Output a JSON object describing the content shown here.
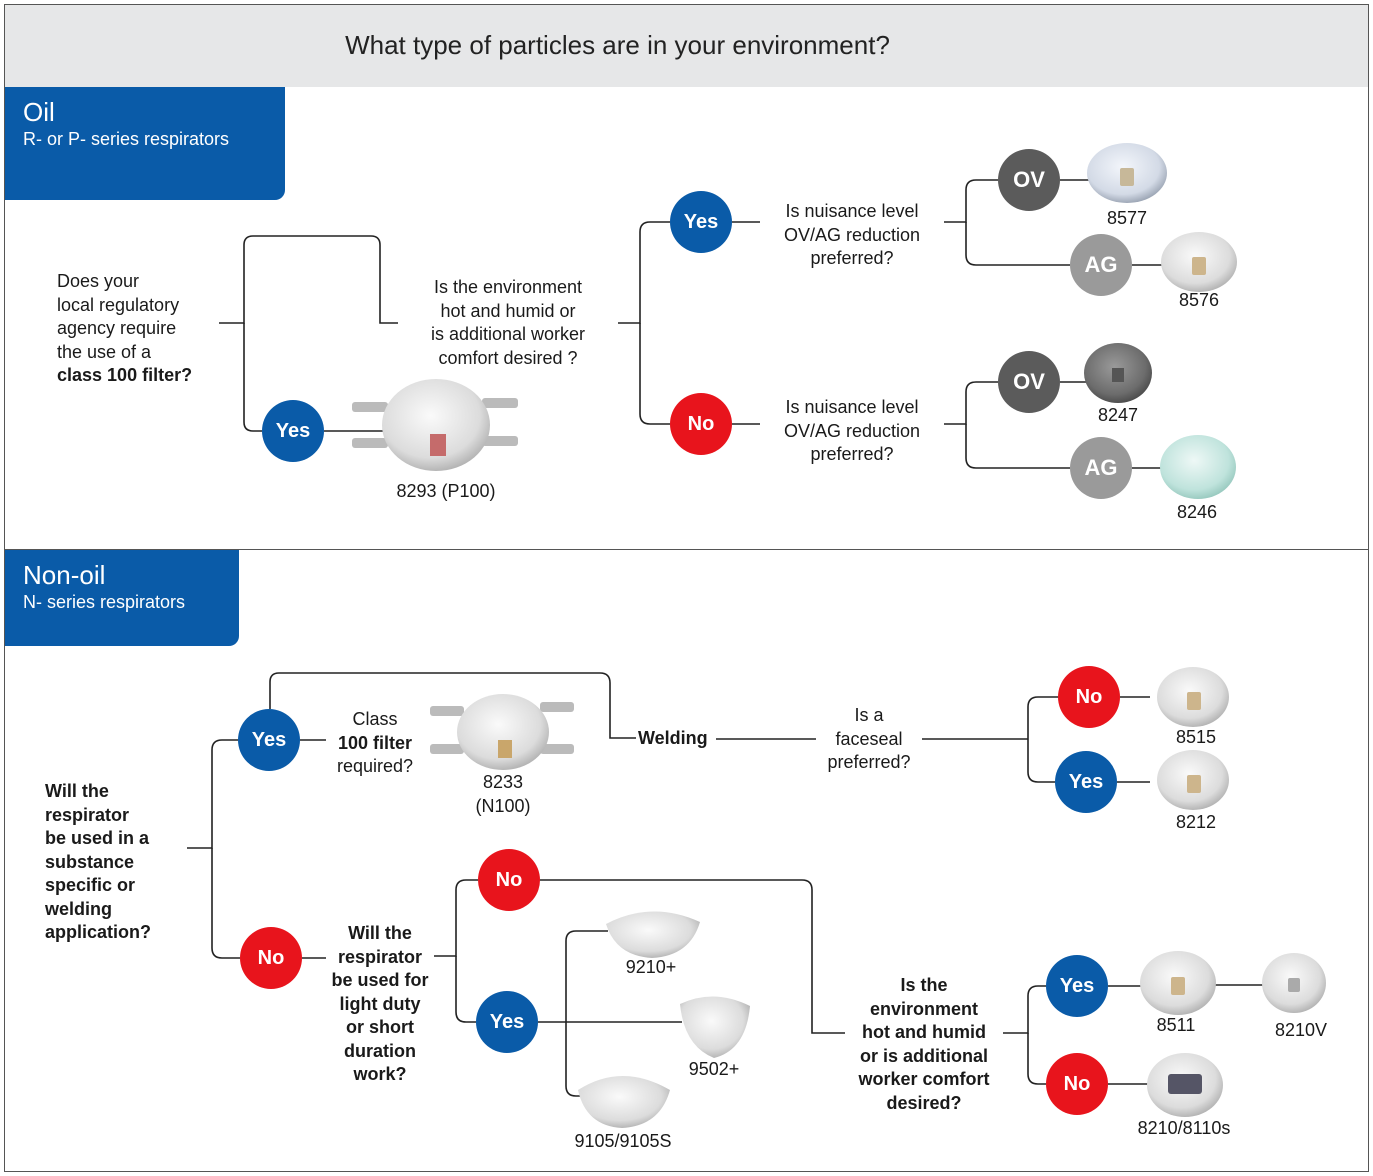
{
  "header": {
    "title": "What type of particles are in your environment?"
  },
  "oil": {
    "title": "Oil",
    "subtitle": "R- or  P- series respirators",
    "q_class100": [
      "Does your",
      "local regulatory",
      "agency require",
      "the use of a"
    ],
    "q_class100_bold": "class 100 filter?",
    "q_hot": [
      "Is the environment",
      "hot and humid or",
      "is additional worker",
      "comfort desired ?"
    ],
    "q_nuisance_yes": [
      "Is nuisance level",
      "OV/AG reduction",
      "preferred?"
    ],
    "q_nuisance_no": [
      "Is nuisance level",
      "OV/AG reduction",
      "preferred?"
    ],
    "yes": "Yes",
    "no": "No",
    "ov": "OV",
    "ag": "AG",
    "products": {
      "p8293": "8293 (P100)",
      "p8577": "8577",
      "p8576": "8576",
      "p8247": "8247",
      "p8246": "8246"
    }
  },
  "nonoil": {
    "title": "Non-oil",
    "subtitle": "N- series respirators",
    "q_substance": [
      "Will the",
      "respirator",
      "be used in a",
      "substance"
    ],
    "q_substance_bold": [
      "specific or",
      "welding",
      "application?"
    ],
    "q_class": "Class",
    "q_class_bold": "100 filter",
    "q_class_end": "required?",
    "welding": "Welding",
    "q_faceseal": [
      "Is a",
      "faceseal",
      "preferred?"
    ],
    "q_light": [
      "Will the",
      "respirator",
      "be used for",
      "light duty",
      "or short",
      "duration",
      "work?"
    ],
    "q_hot": [
      "Is the",
      "environment",
      "hot and humid",
      "or is additional",
      "worker comfort",
      "desired?"
    ],
    "yes": "Yes",
    "no": "No",
    "products": {
      "p8233a": "8233",
      "p8233b": "(N100)",
      "p8515": "8515",
      "p8212": "8212",
      "p9210": "9210+",
      "p9502": "9502+",
      "p9105": "9105/9105S",
      "p8511": "8511",
      "p8210v": "8210V",
      "p8210": "8210/8110s"
    }
  },
  "colors": {
    "blue": "#0a5ba8",
    "red": "#e8141c",
    "dark_gray": "#5b5b5b",
    "mid_gray": "#9a9a9a",
    "header_bg": "#e6e7e8"
  }
}
